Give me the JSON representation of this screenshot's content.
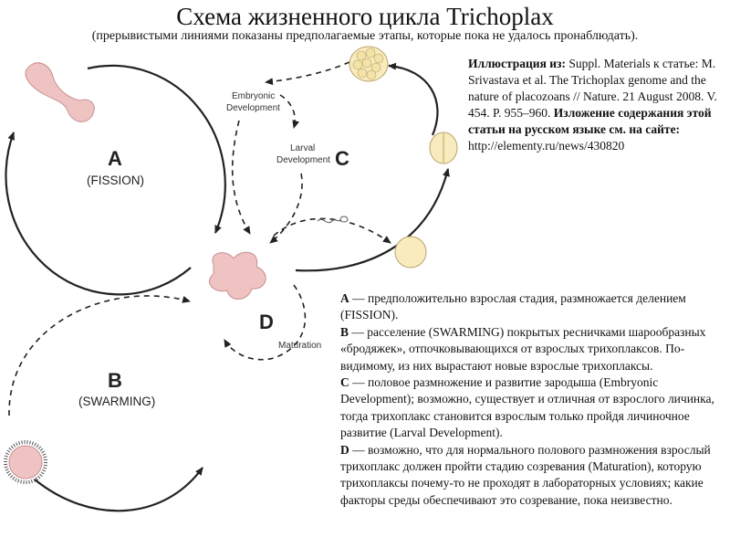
{
  "header": {
    "title": "Схема жизненного цикла Trichoplax",
    "subtitle": "(прерывистыми линиями показаны предполагаемые этапы, которые пока не удалось пронаблюдать)."
  },
  "diagram": {
    "stages": {
      "a": {
        "letter": "A",
        "name": "(FISSION)"
      },
      "b": {
        "letter": "B",
        "name": "(SWARMING)"
      },
      "c": {
        "letter": "C"
      },
      "d": {
        "letter": "D"
      }
    },
    "labels": {
      "embryonic_line1": "Embryonic",
      "embryonic_line2": "Development",
      "larval_line1": "Larval",
      "larval_line2": "Development",
      "maturation": "Maturation"
    },
    "colors": {
      "organism_fill": "#f0c3c3",
      "organism_stroke": "#c98f8f",
      "egg_fill": "#f8ecbf",
      "egg_stroke": "#b8a26a",
      "line": "#222222"
    }
  },
  "credit": {
    "illustration_label": "Иллюстрация из:",
    "illustration_text": "Suppl. Materials к статье: M. Srivastava et al. The Trichoplax genome and the nature of placozoans // Nature. 21 August 2008. V. 454. P. 955–960.",
    "source_label": "Изложение содержания этой статьи на русском языке см. на сайте:",
    "url": "http://elementy.ru/news/430820"
  },
  "legend": {
    "a_label": "A",
    "a_text": " — предположительно взрослая стадия, размножается делением (FISSION).",
    "b_label": "B",
    "b_text": " — расселение (SWARMING) покрытых ресничками шарообразных «бродяжек», отпочковывающихся от взрослых трихоплаксов. По-видимому, из них вырастают новые взрослые трихоплаксы.",
    "c_label": "C",
    "c_text": " — половое размножение и развитие зародыша (Embryonic Development); возможно, существует и отличная от взрослого личинка, тогда трихоплакс становится взрослым только пройдя личиночное развитие (Larval Development).",
    "d_label": "D",
    "d_text": " — возможно, что для нормального полового размножения взрослый трихоплакс должен пройти стадию созревания (Maturation), которую трихоплаксы почему-то не проходят в лабораторных условиях; какие факторы среды обеспечивают это созревание, пока неизвестно."
  }
}
